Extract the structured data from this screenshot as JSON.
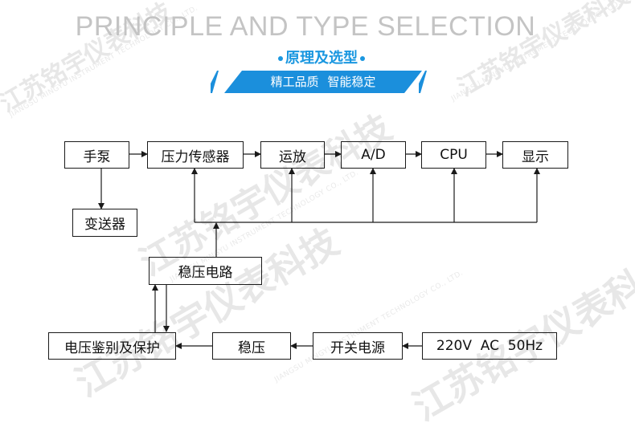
{
  "header": {
    "title_en": "PRINCIPLE AND TYPE SELECTION",
    "title_cn": "原理及选型",
    "banner_text": "精工品质  智能稳定"
  },
  "watermark": {
    "cn": "江苏铭宇仪表科技",
    "en": "JIANGSU MINGYU INSTRUMENT TECHNOLOGY CO., LTD."
  },
  "diagram": {
    "nodes": {
      "hand_pump": "手泵",
      "transmitter": "变送器",
      "pressure_sensor": "压力传感器",
      "op_amp": "运放",
      "ad": "A/D",
      "cpu": "CPU",
      "display": "显示",
      "regulated_circuit": "稳压电路",
      "voltage_protect": "电压鉴别及保护",
      "regulator": "稳压",
      "switch_power": "开关电源",
      "ac_input": "220V  AC  50Hz"
    }
  },
  "colors": {
    "accent": "#1a97e0",
    "banner": "#1b8fdc",
    "line": "#1a1a1a"
  }
}
